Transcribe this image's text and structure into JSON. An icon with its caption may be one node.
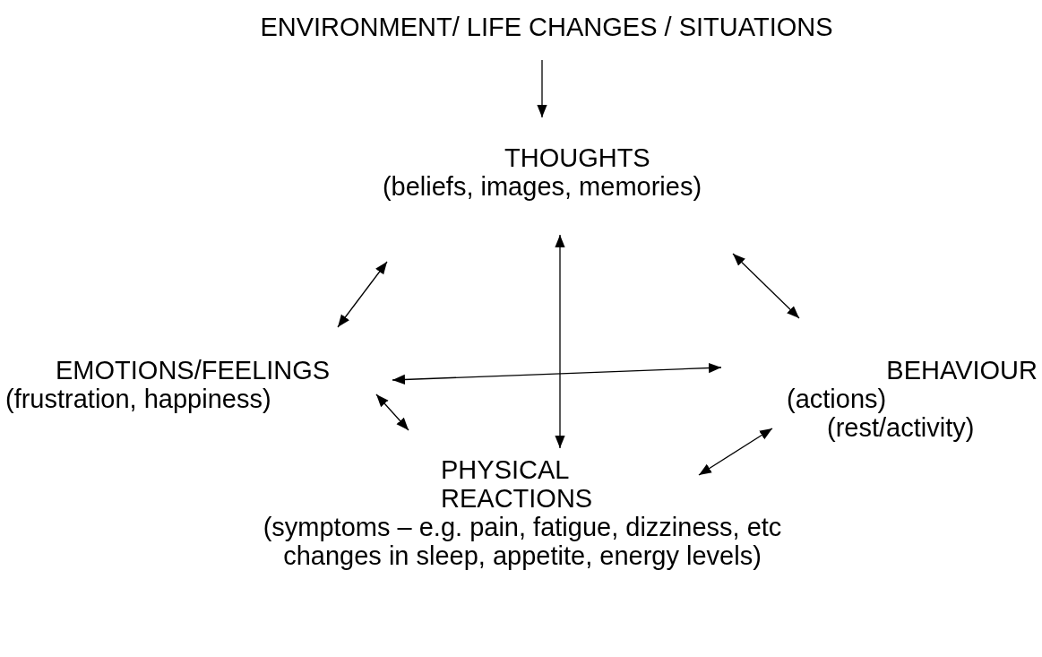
{
  "diagram": {
    "nodes": [
      {
        "text": [
          "ENVIRONMENT/ LIFE CHANGES / SITUATIONS"
        ]
      },
      {
        "text": [
          "THOUGHTS",
          "(beliefs, images, memories)"
        ]
      },
      {
        "text": [
          "EMOTIONS/FEELINGS",
          "(frustration, happiness)"
        ]
      },
      {
        "text": [
          "BEHAVIOUR",
          "(actions)",
          "(rest/activity)"
        ]
      },
      {
        "text": [
          "PHYSICAL REACTIONS",
          "(symptoms – e.g. pain, fatigue, dizziness, etc changes in sleep, appetite, energy levels)"
        ]
      }
    ],
    "edges": [
      {
        "from": 0,
        "to": 1,
        "arrow": "to"
      },
      {
        "from": 1,
        "to": 2,
        "arrow": "both"
      },
      {
        "from": 1,
        "to": 3,
        "arrow": "both"
      },
      {
        "from": 1,
        "to": 4,
        "arrow": "both"
      },
      {
        "from": 2,
        "to": 3,
        "arrow": "both"
      },
      {
        "from": 2,
        "to": 4,
        "arrow": "both"
      },
      {
        "from": 3,
        "to": 4,
        "arrow": "both"
      }
    ]
  }
}
